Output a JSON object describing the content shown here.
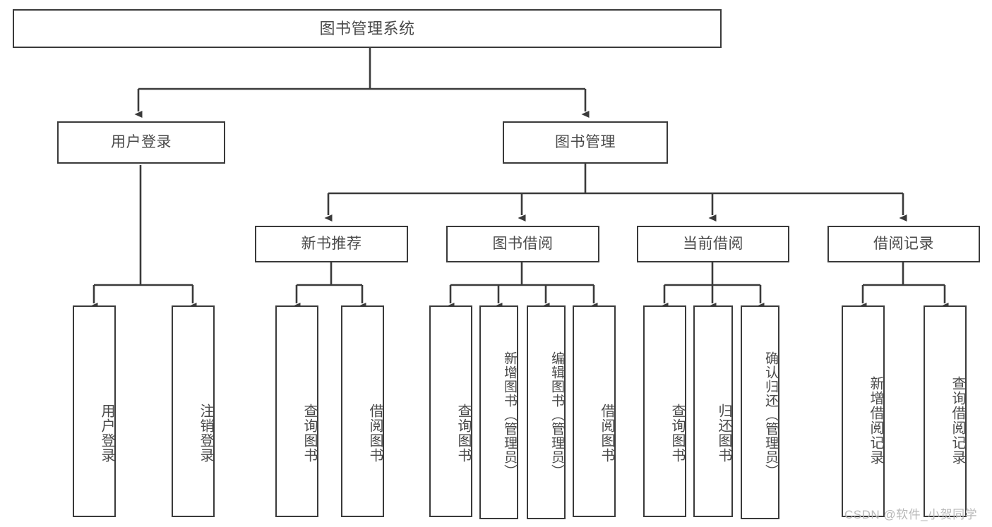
{
  "diagram": {
    "title": "图书管理系统",
    "type": "tree-hierarchy-chart",
    "root": {
      "id": "root",
      "label": "图书管理系统"
    },
    "level1": [
      {
        "id": "user-login",
        "label": "用户登录"
      },
      {
        "id": "book-management",
        "label": "图书管理"
      }
    ],
    "level2": [
      {
        "id": "new-book-recommend",
        "label": "新书推荐",
        "parent": "book-management"
      },
      {
        "id": "book-borrow",
        "label": "图书借阅",
        "parent": "book-management"
      },
      {
        "id": "current-borrow",
        "label": "当前借阅",
        "parent": "book-management"
      },
      {
        "id": "borrow-record",
        "label": "借阅记录",
        "parent": "book-management"
      }
    ],
    "leaves": {
      "user_login": [
        {
          "id": "leaf-user-login",
          "label": "用户登录"
        },
        {
          "id": "leaf-user-logout",
          "label": "注销登录"
        }
      ],
      "new_book_recommend": [
        {
          "id": "leaf-query-book-1",
          "label": "查询图书"
        },
        {
          "id": "leaf-borrow-book-1",
          "label": "借阅图书"
        }
      ],
      "book_borrow": [
        {
          "id": "leaf-query-book-2",
          "label": "查询图书"
        },
        {
          "id": "leaf-add-book",
          "label": "新增图书（管理员）"
        },
        {
          "id": "leaf-edit-book",
          "label": "编辑图书（管理员）"
        },
        {
          "id": "leaf-borrow-book-2",
          "label": "借阅图书"
        }
      ],
      "current_borrow": [
        {
          "id": "leaf-query-book-3",
          "label": "查询图书"
        },
        {
          "id": "leaf-return-book",
          "label": "归还图书"
        },
        {
          "id": "leaf-confirm-return",
          "label": "确认归还（管理员）"
        }
      ],
      "borrow_record": [
        {
          "id": "leaf-add-record",
          "label": "新增借阅记录"
        },
        {
          "id": "leaf-query-record",
          "label": "查询借阅记录"
        }
      ]
    }
  },
  "watermark": {
    "text": "CSDN @软件_小贺同学"
  },
  "colors": {
    "stroke": "#3a3a3a",
    "text": "#4a4a4a",
    "background": "#ffffff",
    "watermark": "#b9b9b9"
  }
}
